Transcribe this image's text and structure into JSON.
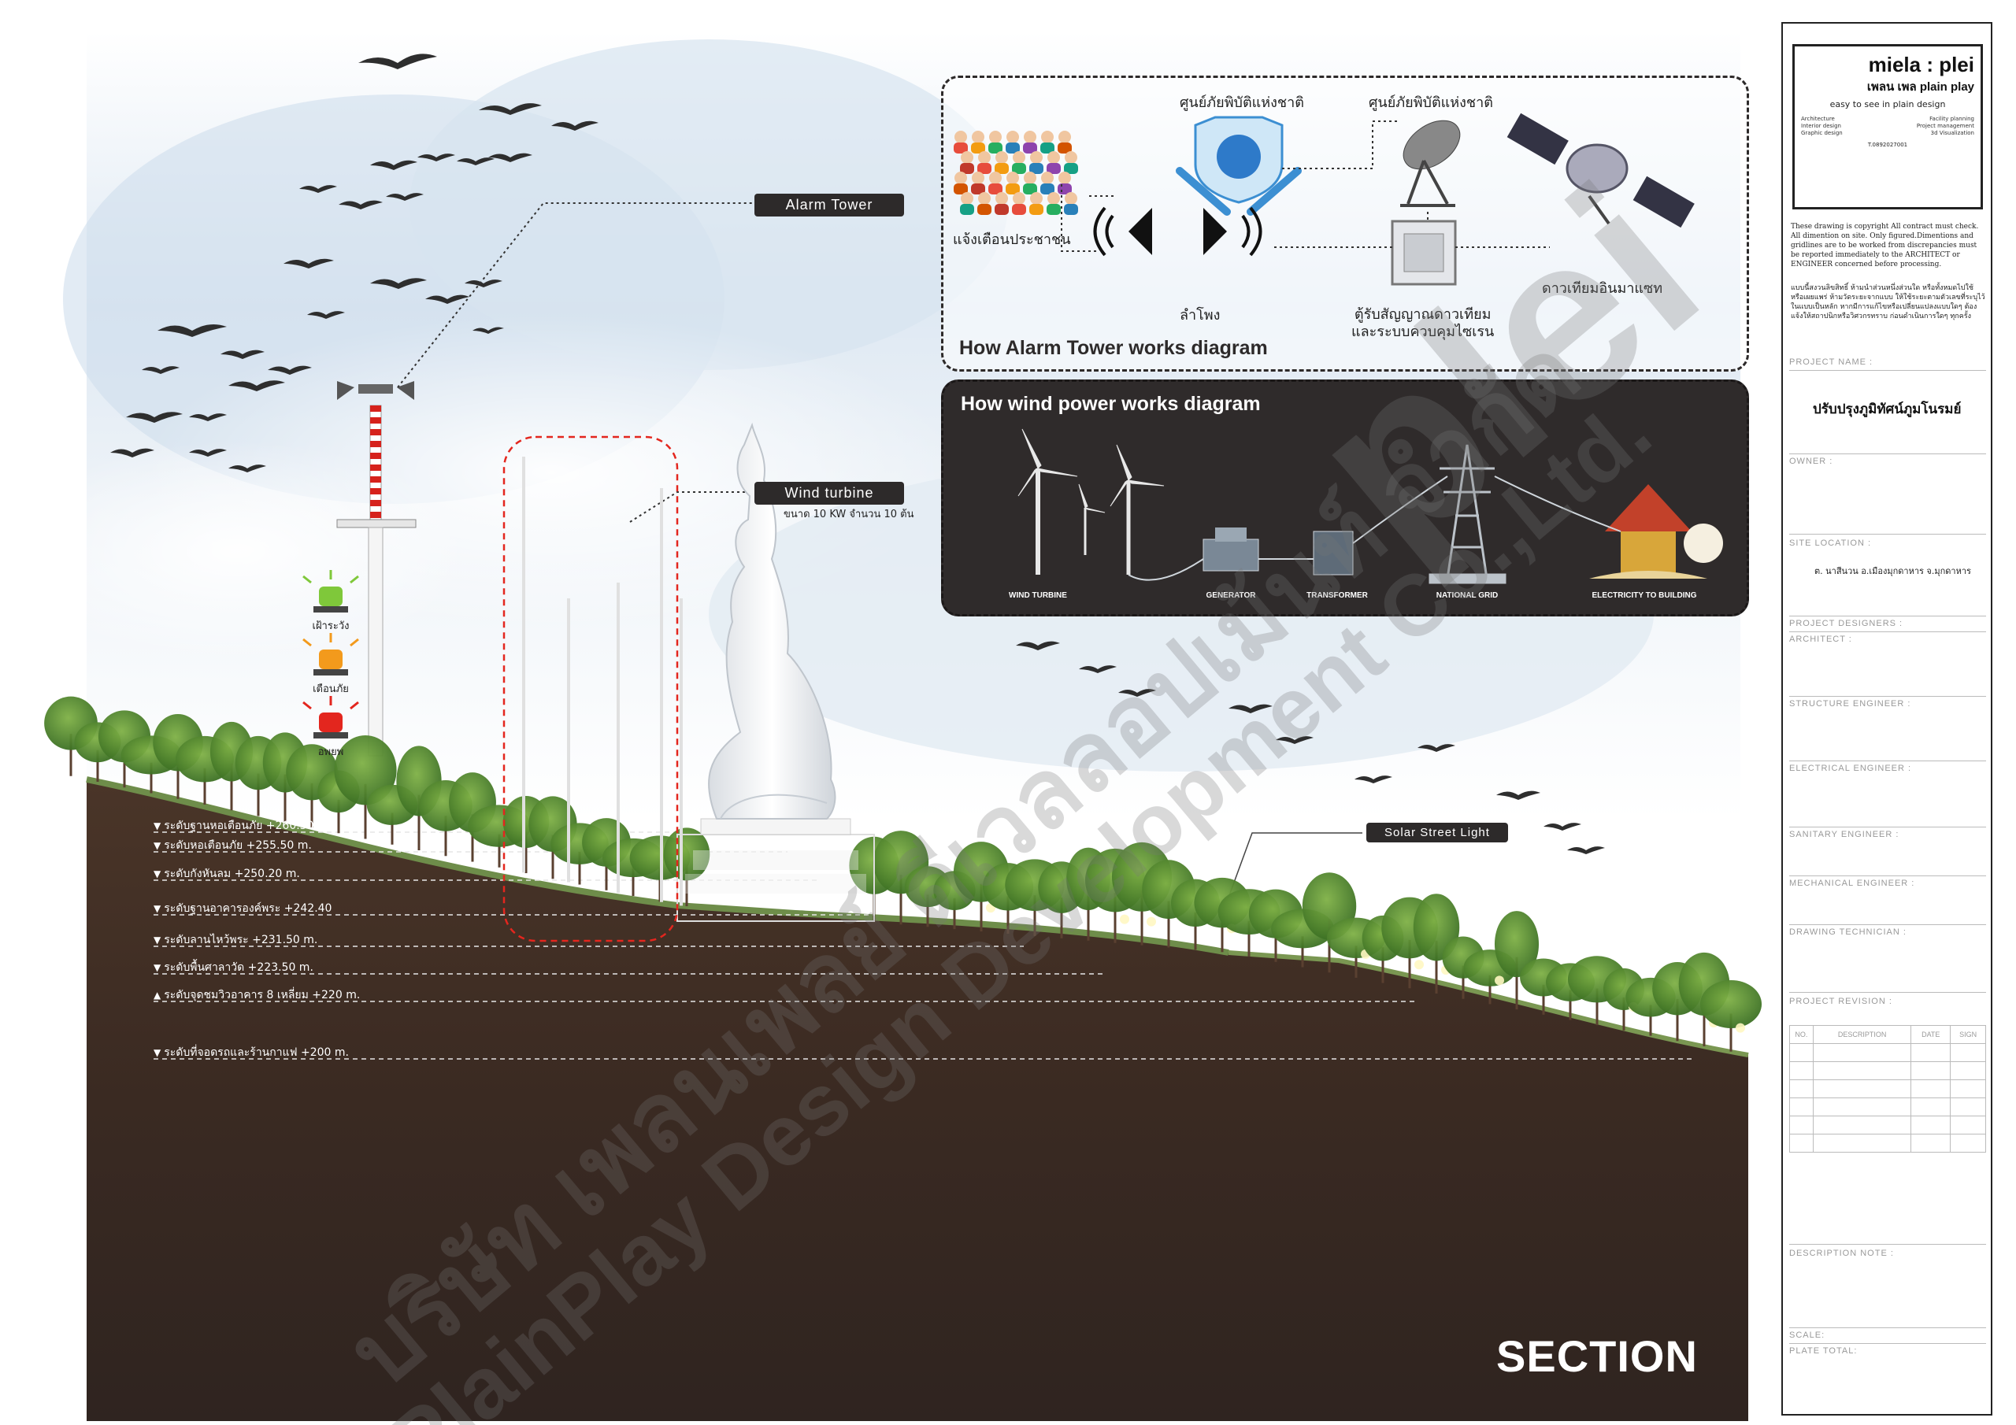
{
  "labels": {
    "alarm_tower": "Alarm Tower",
    "wind_turbine": "Wind turbine",
    "wind_turbine_sub": "ขนาด 10 KW จำนวน 10 ต้น",
    "solar_street_light": "Solar Street Light",
    "section": "SECTION"
  },
  "lamps": [
    {
      "label": "เฝ้าระวัง",
      "color": "#7fc83a"
    },
    {
      "label": "เตือนภัย",
      "color": "#f39a1c"
    },
    {
      "label": "อพยพ",
      "color": "#e3261e"
    }
  ],
  "levels": [
    {
      "marker": "▼",
      "text": "ระดับฐานหอเตือนภัย +260.50 m."
    },
    {
      "marker": "▼",
      "text": "ระดับหอเตือนภัย +255.50 m."
    },
    {
      "marker": "▼",
      "text": "ระดับกังหันลม +250.20 m."
    },
    {
      "marker": "▼",
      "text": "ระดับฐานอาคารองค์พระ +242.40"
    },
    {
      "marker": "▼",
      "text": "ระดับลานไหว้พระ +231.50 m."
    },
    {
      "marker": "▼",
      "text": "ระดับพื้นศาลาวัด +223.50 m."
    },
    {
      "marker": "▲",
      "text": "ระดับจุดชมวิวอาคาร 8 เหลี่ยม +220 m."
    },
    {
      "marker": "▼",
      "text": "ระดับที่จอดรถและร้านกาแฟ +200 m."
    }
  ],
  "alarm_diagram": {
    "title": "How Alarm Tower works diagram",
    "people": "แจ้งเตือนประชาชน",
    "center1": "ศูนย์ภัยพิบัติแห่งชาติ",
    "center2": "ศูนย์ภัยพิบัติแห่งชาติ",
    "speaker": "ลำโพง",
    "receiver": "ตู้รับสัญญาณดาวเทียม\nและระบบควบคุมไซเรน",
    "satellite": "ดาวเทียมอินมาแซท"
  },
  "wind_diagram": {
    "title": "How wind power works diagram",
    "steps": [
      "WIND TURBINE",
      "GENERATOR",
      "TRANSFORMER",
      "NATIONAL GRID",
      "ELECTRICITY TO BUILDING"
    ]
  },
  "watermark": {
    "line1": "บริษัท เพลนเพลย์ ดีเวลลอปเม้นท์ จำกัด",
    "line2": "PlainPlay Design Development Co.,Ltd.",
    "logo": "plei"
  },
  "title_block": {
    "logo_main": "miela : plei",
    "logo_sub": "เพลน เพล plain play",
    "logo_tagline": "easy to see in plain design",
    "services_left": [
      "Architecture",
      "Interior design",
      "Graphic design"
    ],
    "services_right": [
      "Facility planning",
      "Project management",
      "3d Visualization"
    ],
    "tel": "T.0892027001",
    "copyright_en": "These drawing is copyright All contract must check. All dimention on site. Only figured.Dimentions and gridlines are to be worked from discrepancies must be reported immediately to the ARCHITECT or ENGINEER concerned before processing.",
    "copyright_th": "แบบนี้สงวนลิขสิทธิ์ ห้ามนำส่วนหนึ่งส่วนใด หรือทั้งหมดไปใช้หรือเผยแพร่ ห้ามวัดระยะจากแบบ ให้ใช้ระยะตามตัวเลขที่ระบุไว้ในแบบเป็นหลัก หากมีการแก้ไขหรือเปลี่ยนแปลงแบบใดๆ ต้องแจ้งให้สถาปนิกหรือวิศวกรทราบ ก่อนดำเนินการใดๆ ทุกครั้ง",
    "project_name_label": "PROJECT NAME :",
    "project_name": "ปรับปรุงภูมิทัศน์ภูมโนรมย์",
    "owner_label": "OWNER :",
    "site_location_label": "SITE LOCATION :",
    "site_location": "ต. นาสีนวน อ.เมืองมุกดาหาร จ.มุกดาหาร",
    "project_designers_label": "PROJECT DESIGNERS :",
    "architect_label": "ARCHITECT :",
    "structure_label": "STRUCTURE ENGINEER :",
    "electrical_label": "ELECTRICAL ENGINEER :",
    "sanitary_label": "SANITARY ENGINEER :",
    "mechanical_label": "MECHANICAL ENGINEER :",
    "technician_label": "DRAWING TECHNICIAN :",
    "revision_label": "PROJECT REVISION :",
    "rev_headers": [
      "NO.",
      "DESCRIPTION",
      "DATE",
      "SIGN"
    ],
    "description_note_label": "DESCRIPTION NOTE :",
    "scale_label": "SCALE:",
    "plate_total_label": "PLATE TOTAL:"
  },
  "colors": {
    "soil": "#3a2a22",
    "pill": "#2d2a2a",
    "tower_red": "#d6221c",
    "foliage": "#4f8a2e"
  }
}
